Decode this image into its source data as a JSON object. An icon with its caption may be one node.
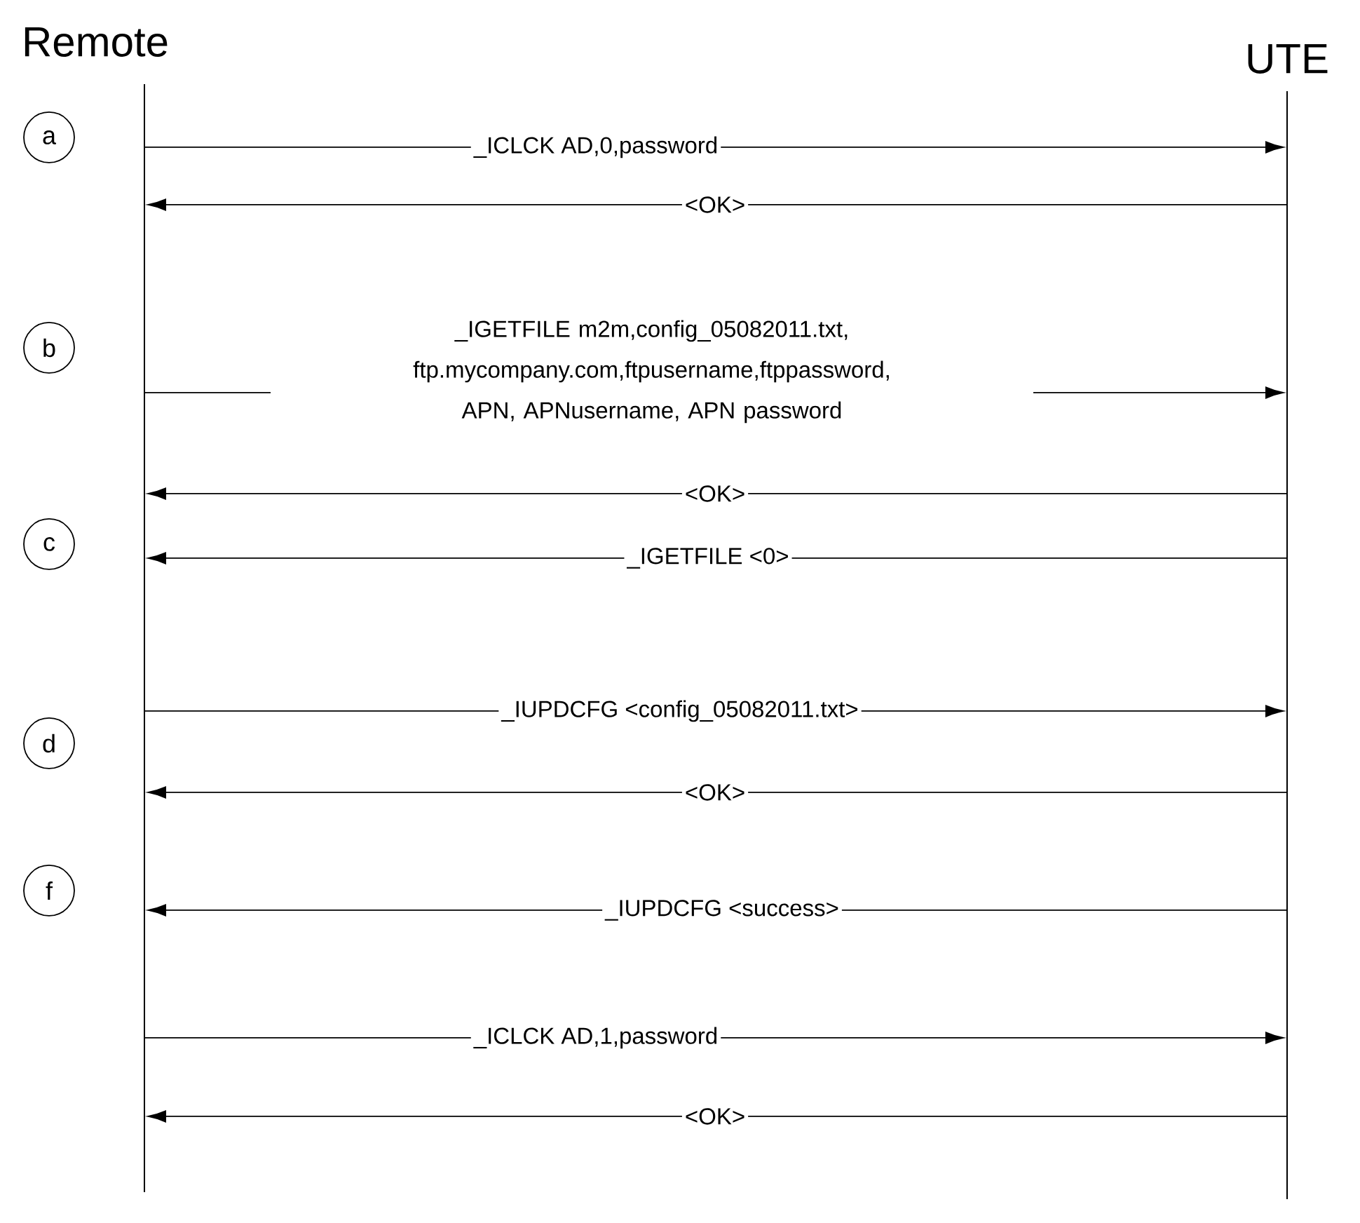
{
  "diagram": {
    "nodes": [
      {
        "text": [
          "Remote"
        ]
      },
      {
        "text": [
          "UTE"
        ]
      },
      {
        "text": [
          "a"
        ]
      },
      {
        "text": [
          "b"
        ]
      },
      {
        "text": [
          "c"
        ]
      },
      {
        "text": [
          "d"
        ]
      },
      {
        "text": [
          "f"
        ]
      }
    ],
    "edges": [
      {
        "from": 0,
        "to": 1,
        "arrow": "to",
        "label": "_ICLCK AD,0,password"
      },
      {
        "from": 1,
        "to": 0,
        "arrow": "to",
        "label": "<OK>"
      },
      {
        "from": 0,
        "to": 1,
        "arrow": "to",
        "label": "_IGETFILE m2m,config_05082011.txt, ftp.mycompany.com,ftpusername,ftppassword, APN, APNusername, APN password"
      },
      {
        "from": 1,
        "to": 0,
        "arrow": "to",
        "label": "<OK>"
      },
      {
        "from": 1,
        "to": 0,
        "arrow": "to",
        "label": "_IGETFILE <0>"
      },
      {
        "from": 0,
        "to": 1,
        "arrow": "to",
        "label": "_IUPDCFG <config_05082011.txt>"
      },
      {
        "from": 1,
        "to": 0,
        "arrow": "to",
        "label": "<OK>"
      },
      {
        "from": 1,
        "to": 0,
        "arrow": "to",
        "label": "_IUPDCFG <success>"
      },
      {
        "from": 0,
        "to": 1,
        "arrow": "to",
        "label": "_ICLCK AD,1,password"
      },
      {
        "from": 1,
        "to": 0,
        "arrow": "to",
        "label": "<OK>"
      }
    ]
  }
}
